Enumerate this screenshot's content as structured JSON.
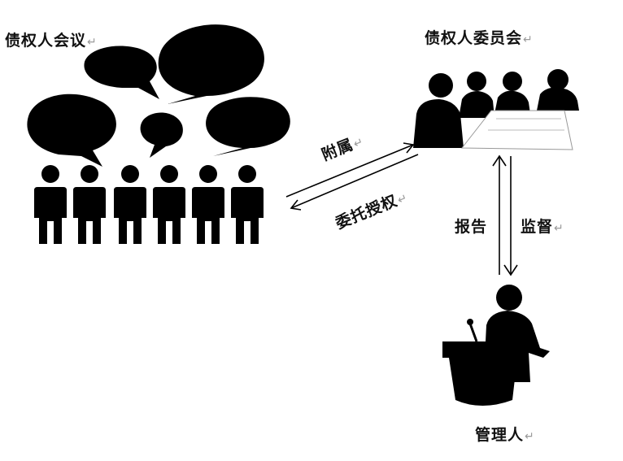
{
  "labels": {
    "creditors_meeting": "债权人会议",
    "creditors_committee": "债权人委员会",
    "affiliated": "附属",
    "delegation": "委托授权",
    "report": "报告",
    "supervise": "监督",
    "administrator": "管理人",
    "return_mark": "↵"
  }
}
